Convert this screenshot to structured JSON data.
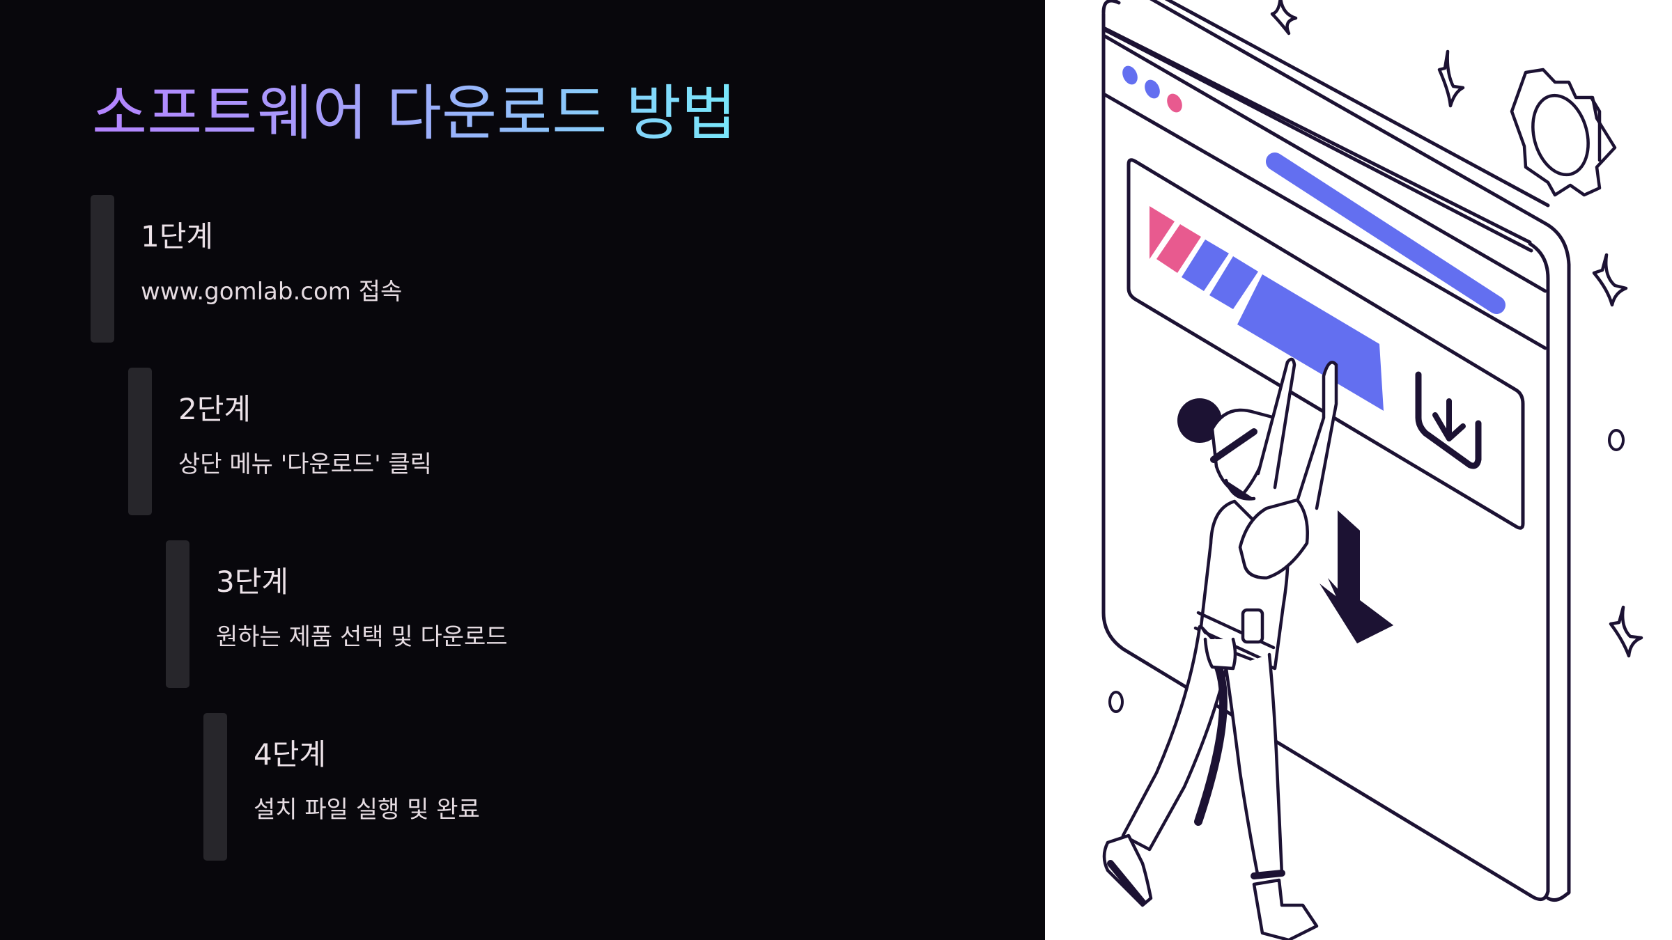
{
  "slide": {
    "title": "소프트웨어 다운로드 방법",
    "title_gradient": [
      "#b484ff",
      "#78e8fb"
    ],
    "background_color": "#08070c",
    "steps": [
      {
        "heading": "1단계",
        "description": "www.gomlab.com 접속"
      },
      {
        "heading": "2단계",
        "description": "상단 메뉴 '다운로드' 클릭"
      },
      {
        "heading": "3단계",
        "description": "원하는 제품 선택 및 다운로드"
      },
      {
        "heading": "4단계",
        "description": "설치 파일 실행 및 완료"
      }
    ]
  },
  "illustration": {
    "subject": "person pressing download progress bar on browser window",
    "colors": {
      "stroke": "#1c1233",
      "blue": "#636ff0",
      "pink": "#e85a8f",
      "background": "#ffffff"
    },
    "icons": [
      "browser-window",
      "progress-bar",
      "download-icon",
      "down-arrow",
      "gear-icon",
      "sparkle-icon"
    ]
  }
}
